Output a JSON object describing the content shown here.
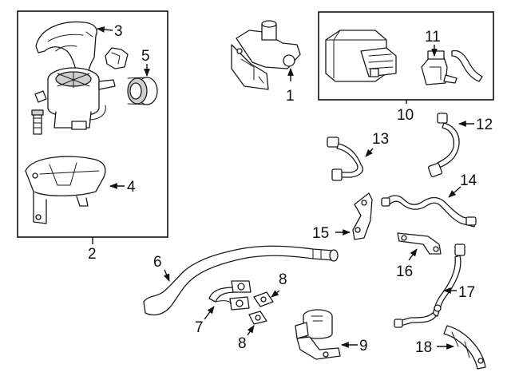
{
  "callouts": {
    "c1": "1",
    "c2": "2",
    "c3": "3",
    "c4": "4",
    "c5": "5",
    "c6": "6",
    "c7": "7",
    "c8a": "8",
    "c8b": "8",
    "c9": "9",
    "c10": "10",
    "c11": "11",
    "c12": "12",
    "c13": "13",
    "c14": "14",
    "c15": "15",
    "c16": "16",
    "c17": "17",
    "c18": "18"
  },
  "colors": {
    "line": "#1a1a1a",
    "shade": "#cfcfcf",
    "background": "#ffffff"
  }
}
